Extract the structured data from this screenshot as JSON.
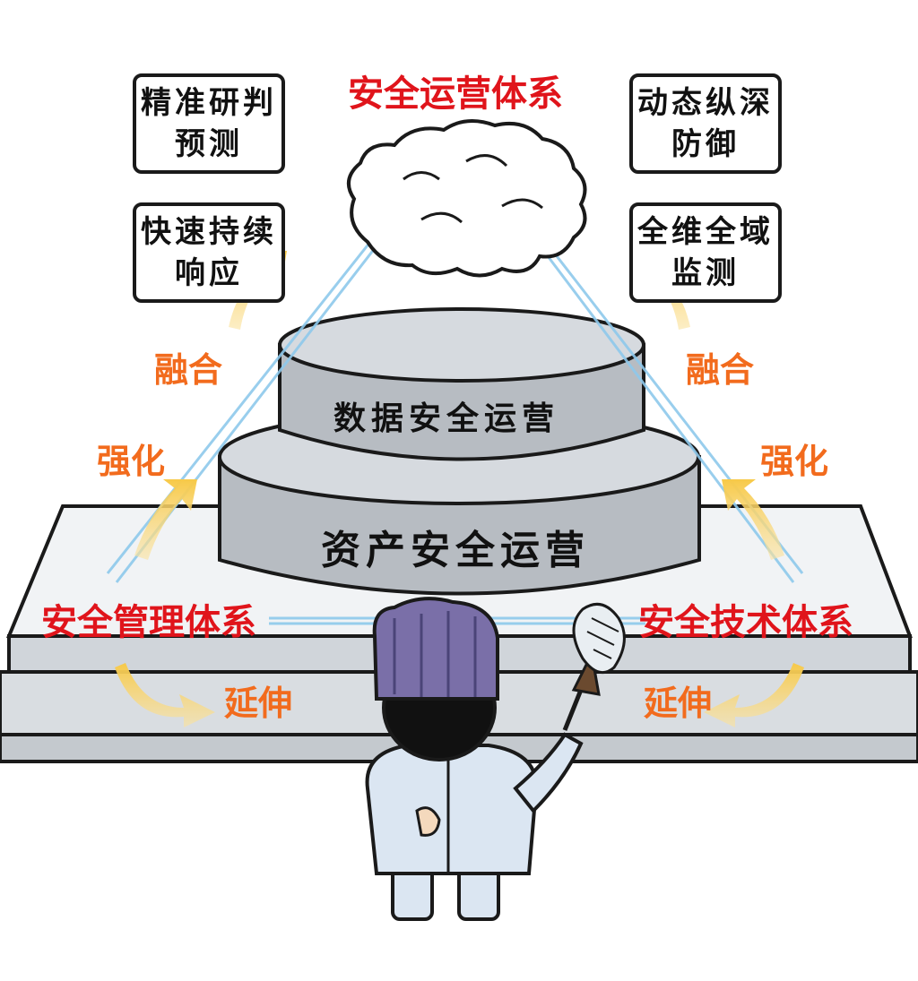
{
  "top_title": "安全运营体系",
  "left_system": "安全管理体系",
  "right_system": "安全技术体系",
  "boxes": {
    "top_left": [
      "精准研判",
      "预测"
    ],
    "mid_left": [
      "快速持续",
      "响应"
    ],
    "top_right": [
      "动态纵深",
      "防御"
    ],
    "mid_right": [
      "全维全域",
      "监测"
    ]
  },
  "arrow_labels": {
    "left_fuse": "融合",
    "right_fuse": "融合",
    "left_strengthen": "强化",
    "right_strengthen": "强化",
    "left_extend": "延伸",
    "right_extend": "延伸"
  },
  "cake": {
    "top_tier": "数据安全运营",
    "bottom_tier": "资产安全运营"
  },
  "colors": {
    "title_red": "#e0141b",
    "arrow_orange": "#f26b1d",
    "arrow_yellow": "#f7c948",
    "cake_gray": "#c9cdd2",
    "platform_gray": "#d9dde1",
    "hat_purple": "#7a6fa8",
    "coat_blue": "#dbe6f2",
    "beam_blue": "#8ec9ec"
  },
  "icons": [
    "cloud-brain-icon",
    "chef-icon",
    "feather-duster-icon"
  ]
}
